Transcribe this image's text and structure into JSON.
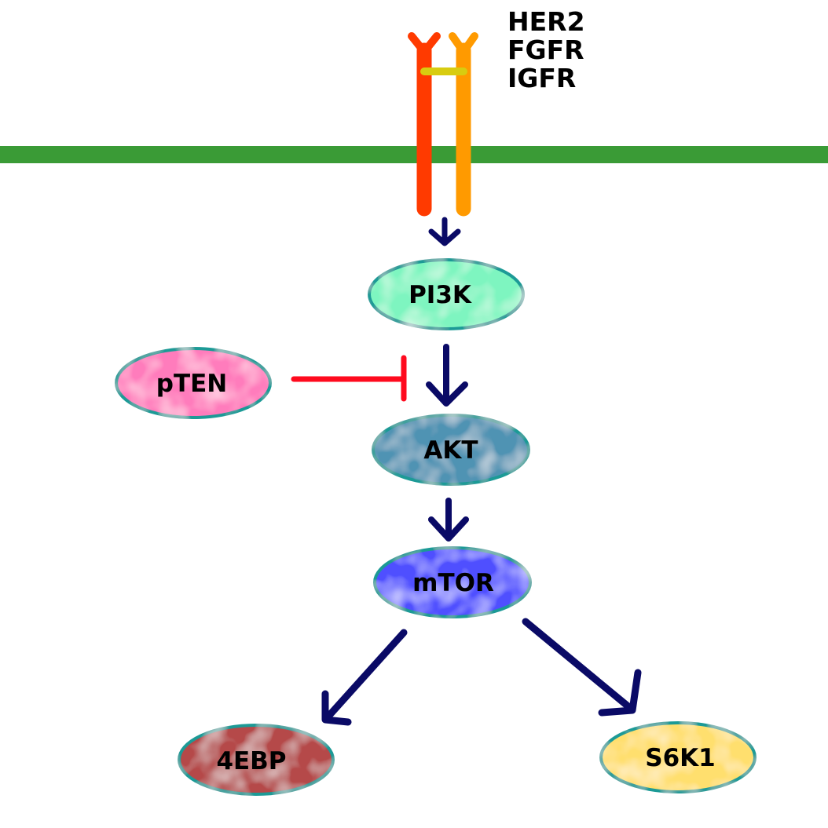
{
  "receptor": {
    "labels": [
      "HER2",
      "FGFR",
      "IGFR"
    ]
  },
  "nodes": {
    "pi3k": "PI3K",
    "pten": "pTEN",
    "akt": "AKT",
    "mtor": "mTOR",
    "ebp4": "4EBP",
    "s6k1": "S6K1"
  },
  "colors": {
    "membrane": "#3a9b36",
    "receptor_left": "#ff3a00",
    "receptor_right": "#ff9a00",
    "dimer_bridge": "#d8cc10",
    "arrow": "#0a0a66",
    "inhibitor": "#ff0a1e",
    "node_border": "#1a9a96",
    "pi3k_fill": "#7ef5c0",
    "pten_fill": "#ff7cbc",
    "akt_fill": "#4f93b3",
    "mtor_fill": "#5050ff",
    "ebp4_fill": "#b54a4a",
    "s6k1_fill": "#ffdf6e"
  }
}
